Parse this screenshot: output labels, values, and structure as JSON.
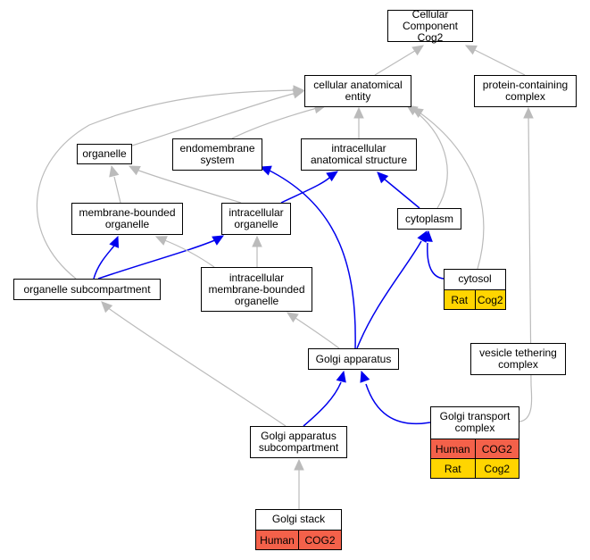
{
  "nodes": {
    "root": {
      "line1": "Cellular Component",
      "line2": "Cog2"
    },
    "cae": {
      "line1": "cellular anatomical",
      "line2": "entity"
    },
    "pcc": {
      "line1": "protein-containing",
      "line2": "complex"
    },
    "organelle": {
      "line1": "organelle"
    },
    "endomembrane": {
      "line1": "endomembrane",
      "line2": "system"
    },
    "ias": {
      "line1": "intracellular",
      "line2": "anatomical structure"
    },
    "mbo": {
      "line1": "membrane-bounded",
      "line2": "organelle"
    },
    "io": {
      "line1": "intracellular",
      "line2": "organelle"
    },
    "cytoplasm": {
      "line1": "cytoplasm"
    },
    "osub": {
      "line1": "organelle subcompartment"
    },
    "imbo": {
      "line1": "intracellular",
      "line2": "membrane-bounded",
      "line3": "organelle"
    },
    "cytosol": {
      "line1": "cytosol"
    },
    "golgi": {
      "line1": "Golgi apparatus"
    },
    "vtc": {
      "line1": "vesicle tethering",
      "line2": "complex"
    },
    "gtc": {
      "line1": "Golgi transport",
      "line2": "complex"
    },
    "gas": {
      "line1": "Golgi apparatus",
      "line2": "subcompartment"
    },
    "gstack": {
      "line1": "Golgi stack"
    }
  },
  "annotations": {
    "cytosol": [
      {
        "species": "Rat",
        "gene": "Cog2"
      }
    ],
    "gtc": [
      {
        "species": "Human",
        "gene": "COG2"
      },
      {
        "species": "Rat",
        "gene": "Cog2"
      }
    ],
    "gstack": [
      {
        "species": "Human",
        "gene": "COG2"
      }
    ]
  },
  "colors": {
    "edge_default": "#bbbbbb",
    "edge_highlight": "#0000ee",
    "human": "#f4614a",
    "rat": "#ffd500"
  }
}
